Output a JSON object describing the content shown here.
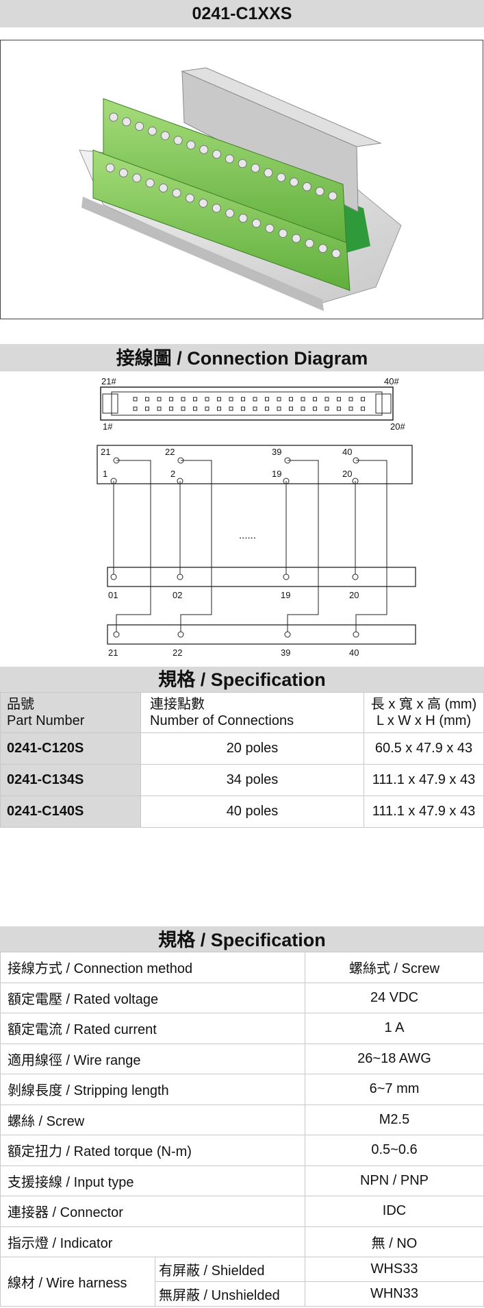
{
  "product": {
    "model": "0241-C1XXS"
  },
  "diagram": {
    "heading": "接線圖 / Connection Diagram",
    "connector": {
      "top_left": "21#",
      "top_right": "40#",
      "bottom_left": "1#",
      "bottom_right": "20#"
    },
    "top_labels": [
      "21",
      "22",
      "39",
      "40"
    ],
    "bottom_labels": [
      "1",
      "2",
      "19",
      "20"
    ],
    "ellipsis": "......",
    "row1_labels": [
      "01",
      "02",
      "19",
      "20"
    ],
    "row2_labels": [
      "21",
      "22",
      "39",
      "40"
    ]
  },
  "spec1": {
    "heading": "規格 / Specification",
    "headers": {
      "part_zh": "品號",
      "part_en": "Part Number",
      "conn_zh": "連接點數",
      "conn_en": "Number of Connections",
      "dim_zh": "長 x 寬 x 高 (mm)",
      "dim_en": "L x W x H (mm)"
    },
    "rows": [
      {
        "part": "0241-C120S",
        "connections": "20 poles",
        "dimensions": "60.5 x 47.9 x 43"
      },
      {
        "part": "0241-C134S",
        "connections": "34 poles",
        "dimensions": "111.1 x 47.9 x 43"
      },
      {
        "part": "0241-C140S",
        "connections": "40 poles",
        "dimensions": "111.1 x 47.9 x 43"
      }
    ]
  },
  "spec2": {
    "heading": "規格 / Specification",
    "rows": [
      {
        "label": "接線方式 / Connection method",
        "value": "螺絲式 / Screw"
      },
      {
        "label": "額定電壓 / Rated voltage",
        "value": "24 VDC"
      },
      {
        "label": "額定電流 / Rated current",
        "value": "1 A"
      },
      {
        "label": "適用線徑 / Wire range",
        "value": "26~18 AWG"
      },
      {
        "label": "剝線長度 / Stripping length",
        "value": "6~7 mm"
      },
      {
        "label": "螺絲 / Screw",
        "value": "M2.5"
      },
      {
        "label": "額定扭力 / Rated torque (N-m)",
        "value": "0.5~0.6"
      },
      {
        "label": "支援接線 / Input type",
        "value": "NPN / PNP"
      },
      {
        "label": "連接器 / Connector",
        "value": "IDC"
      },
      {
        "label": "指示燈 / Indicator",
        "value": "無 / NO"
      }
    ],
    "harness": {
      "label": "線材 / Wire harness",
      "shielded_label": "有屏蔽 / Shielded",
      "shielded_value": "WHS33",
      "unshielded_label": "無屏蔽 / Unshielded",
      "unshielded_value": "WHN33"
    }
  }
}
